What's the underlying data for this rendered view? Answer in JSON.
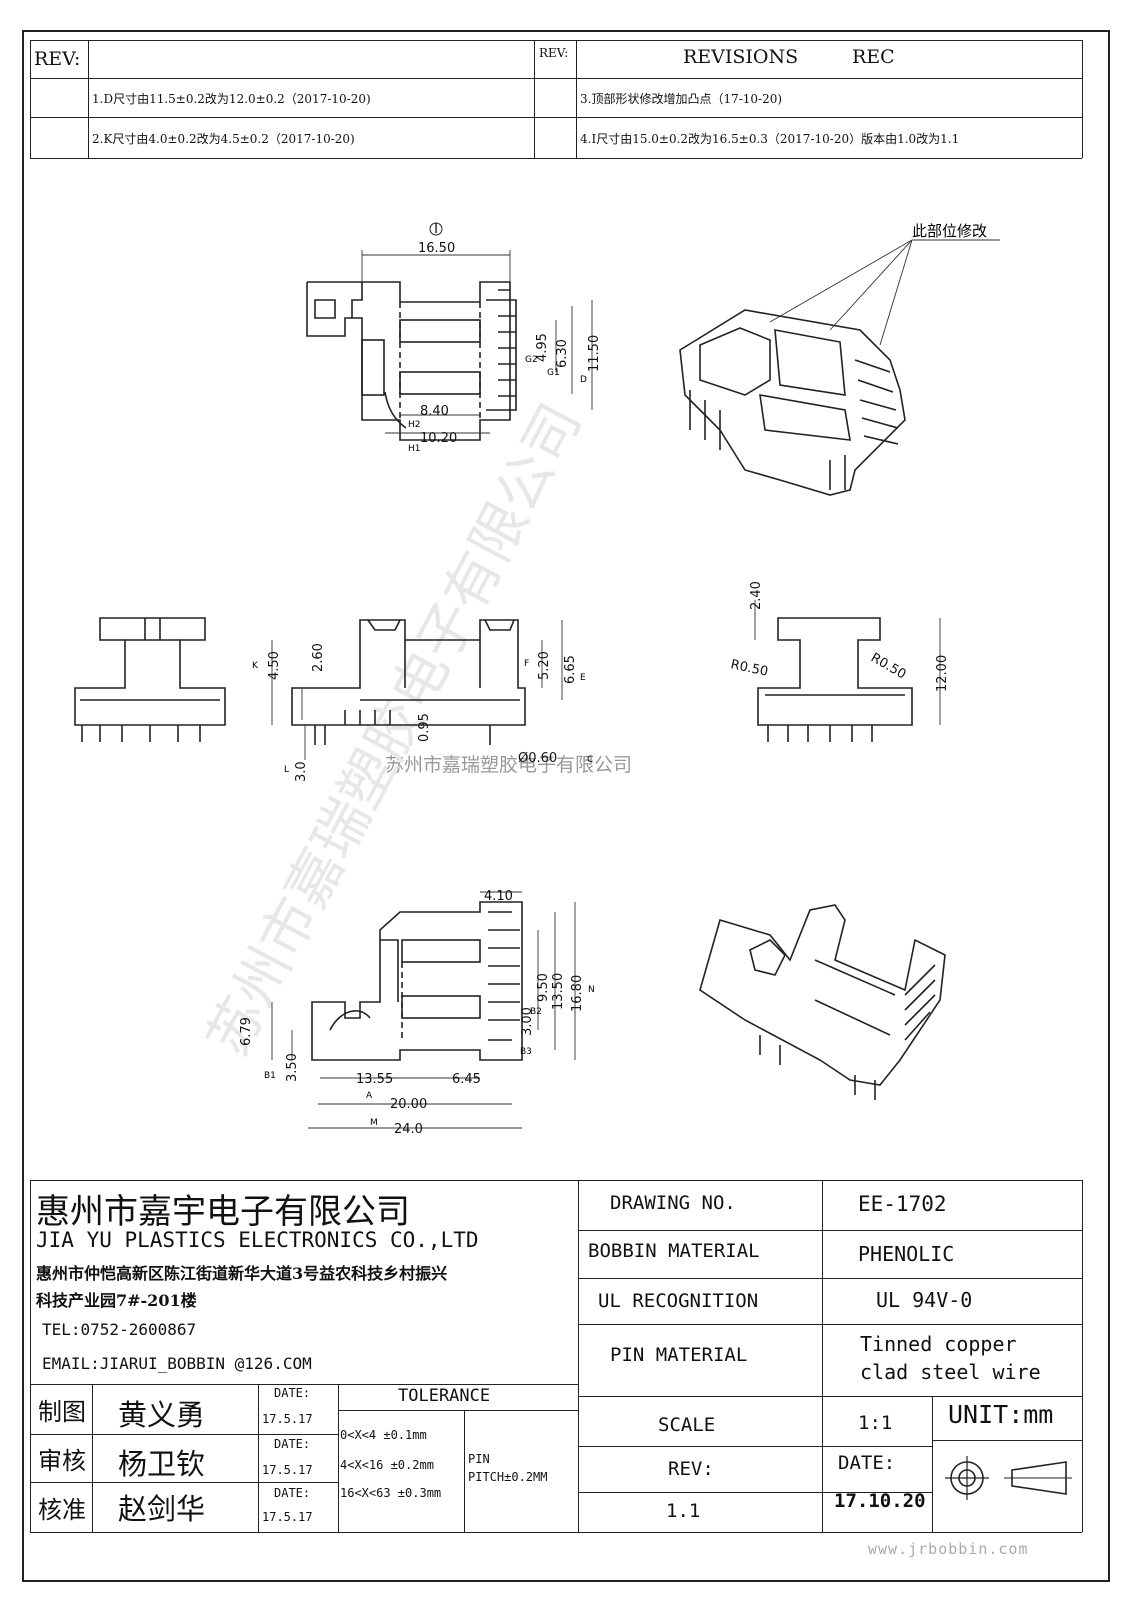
{
  "revisions": {
    "rev_label_left": "REV:",
    "rev_label_right": "REV:",
    "header_title": "REVISIONS",
    "header_rec": "REC",
    "items": [
      "1.D尺寸由11.5±0.2改为12.0±0.2（2017-10-20)",
      "2.K尺寸由4.0±0.2改为4.5±0.2（2017-10-20)",
      "3.顶部形状修改增加凸点（17-10-20)",
      "4.I尺寸由15.0±0.2改为16.5±0.3（2017-10-20）版本由1.0改为1.1"
    ]
  },
  "drawing": {
    "note_modified": "此部位修改",
    "watermark_text": "苏州市嘉瑞塑胶电子有限公司",
    "dims_top": {
      "d1": "16.50",
      "d2": "4.95",
      "d3": "6.30",
      "d4": "11.50",
      "d5": "8.40",
      "d6": "10.20",
      "lbl_I": "I",
      "lbl_G2": "G2",
      "lbl_G1": "G1",
      "lbl_D": "D",
      "lbl_H2": "H2",
      "lbl_H1": "H1"
    },
    "dims_mid": {
      "d1": "4.50",
      "d2": "2.60",
      "d3": "5.20",
      "d4": "6.65",
      "d5": "0.95",
      "d6": "3.0",
      "d7": "Ø0.60",
      "lbl_K": "K",
      "lbl_F": "F",
      "lbl_E": "E",
      "lbl_L": "L",
      "lbl_C": "C",
      "r1": "R0.50",
      "r2": "R0.50",
      "d8": "2.40",
      "d9": "12.00"
    },
    "dims_bot": {
      "d1": "4.10",
      "d2": "16.80",
      "d3": "13.50",
      "d4": "9.50",
      "d5": "3.00",
      "d6": "6.79",
      "d7": "3.50",
      "d8": "13.55",
      "d9": "6.45",
      "d10": "20.00",
      "d11": "24.0",
      "lbl_N": "N",
      "lbl_B1": "B1",
      "lbl_B2": "B2",
      "lbl_B3": "B3",
      "lbl_A": "A",
      "lbl_M": "M"
    }
  },
  "titleblock": {
    "company_cn": "惠州市嘉宇电子有限公司",
    "company_en": "JIA YU PLASTICS ELECTRONICS CO.,LTD",
    "address_line1": "惠州市仲恺高新区陈江街道新华大道3号益农科技乡村振兴",
    "address_line2": "科技产业园7#-201楼",
    "tel": "TEL:0752-2600867",
    "email": "EMAIL:JIARUI_BOBBIN @126.COM",
    "drawing_no_label": "DRAWING  NO.",
    "drawing_no": "EE-1702",
    "bobbin_material_label": "BOBBIN  MATERIAL",
    "bobbin_material": "PHENOLIC",
    "ul_label": "UL RECOGNITION",
    "ul_value": "UL 94V-0",
    "pin_material_label": "PIN MATERIAL",
    "pin_material_line1": "Tinned copper",
    "pin_material_line2": "clad steel wire",
    "scale_label": "SCALE",
    "scale_value": "1:1",
    "unit": "UNIT:mm",
    "rev_label": "REV:",
    "rev_value": "1.1",
    "date_label": "DATE:",
    "date_value": "17.10.20",
    "roles": [
      {
        "role": "制图",
        "name": "黄义勇",
        "date_label": "DATE:",
        "date": "17.5.17"
      },
      {
        "role": "审核",
        "name": "杨卫钦",
        "date_label": "DATE:",
        "date": "17.5.17"
      },
      {
        "role": "核准",
        "name": "赵剑华",
        "date_label": "DATE:",
        "date": "17.5.17"
      }
    ],
    "tolerance_label": "TOLERANCE",
    "tolerances": [
      "0<X<4  ±0.1mm",
      "4<X<16 ±0.2mm",
      "16<X<63 ±0.3mm"
    ],
    "pin_label": "PIN",
    "pin_pitch": "PITCH±0.2MM",
    "website": "www.jrbobbin.com"
  }
}
